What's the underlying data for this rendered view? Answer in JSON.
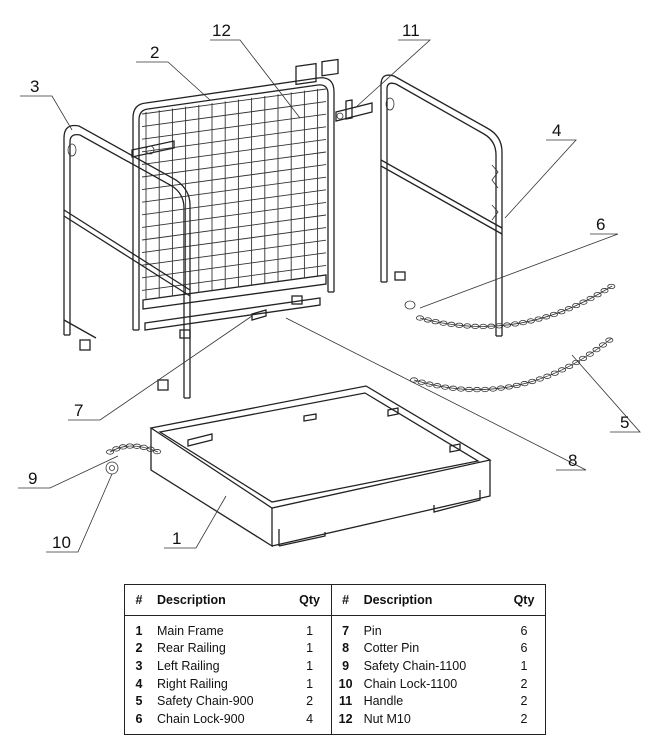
{
  "callouts": [
    "1",
    "2",
    "3",
    "4",
    "5",
    "6",
    "7",
    "8",
    "9",
    "10",
    "11",
    "12"
  ],
  "table": {
    "headers": [
      "#",
      "Description",
      "Qty",
      "#",
      "Description",
      "Qty"
    ],
    "rows": [
      {
        "n1": "1",
        "d1": "Main Frame",
        "q1": "1",
        "n2": "7",
        "d2": "Pin",
        "q2": "6"
      },
      {
        "n1": "2",
        "d1": "Rear Railing",
        "q1": "1",
        "n2": "8",
        "d2": "Cotter Pin",
        "q2": "6"
      },
      {
        "n1": "3",
        "d1": "Left Railing",
        "q1": "1",
        "n2": "9",
        "d2": "Safety Chain-1100",
        "q2": "1"
      },
      {
        "n1": "4",
        "d1": "Right Railing",
        "q1": "1",
        "n2": "10",
        "d2": "Chain Lock-1100",
        "q2": "2"
      },
      {
        "n1": "5",
        "d1": "Safety Chain-900",
        "q1": "2",
        "n2": "11",
        "d2": "Handle",
        "q2": "2"
      },
      {
        "n1": "6",
        "d1": "Chain Lock-900",
        "q1": "4",
        "n2": "12",
        "d2": "Nut M10",
        "q2": "2"
      }
    ]
  }
}
